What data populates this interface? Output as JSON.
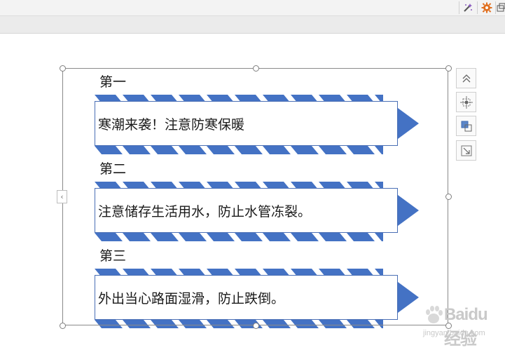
{
  "toolbar": {
    "icons": [
      "magic-wand-icon",
      "gear-icon",
      "window-icon"
    ],
    "accent_color": "#e07020"
  },
  "slide": {
    "items": [
      {
        "label": "第一",
        "text": "寒潮来袭！注意防寒保暖"
      },
      {
        "label": "第二",
        "text": "注意储存生活用水，防止水管冻裂。"
      },
      {
        "label": "第三",
        "text": "外出当心路面湿滑，防止跌倒。"
      }
    ],
    "shape_color": "#4472c4",
    "border_color": "#4a6fb5"
  },
  "side_tools": [
    "bring-forward-icon",
    "align-center-icon",
    "arrange-icon",
    "resize-icon"
  ],
  "watermark": {
    "logo": "Baidu经验",
    "url": "jingyan.baidu.com"
  }
}
